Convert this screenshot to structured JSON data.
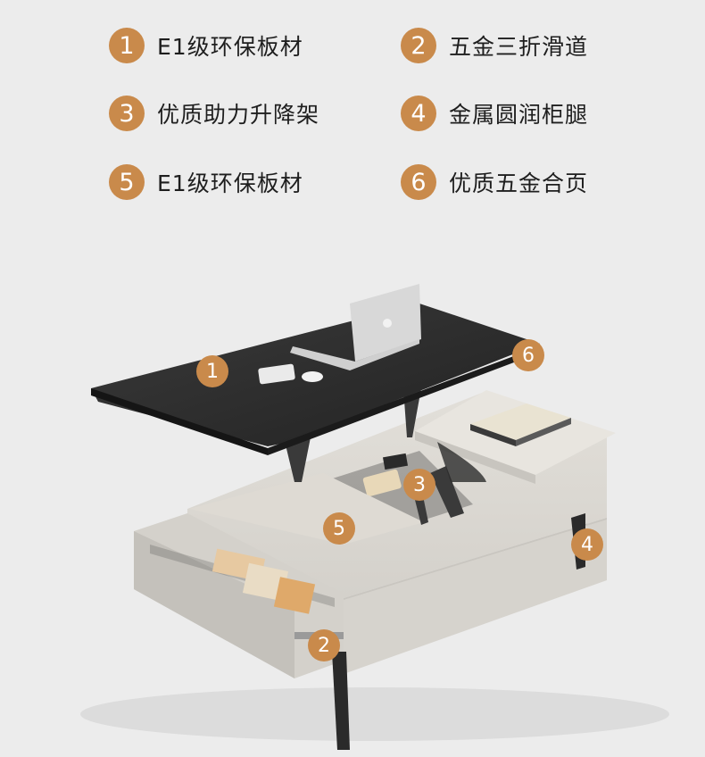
{
  "features": [
    {
      "num": "1",
      "text": "E1级环保板材"
    },
    {
      "num": "2",
      "text": "五金三折滑道"
    },
    {
      "num": "3",
      "text": "优质助力升降架"
    },
    {
      "num": "4",
      "text": "金属圆润柜腿"
    },
    {
      "num": "5",
      "text": "E1级环保板材"
    },
    {
      "num": "6",
      "text": "优质五金合页"
    }
  ],
  "callouts": [
    "1",
    "2",
    "3",
    "4",
    "5",
    "6"
  ],
  "colors": {
    "badge": "#c98a4b",
    "background": "#ececec",
    "tabletop": "#2b2b2b",
    "body": "#d9d6d0"
  }
}
